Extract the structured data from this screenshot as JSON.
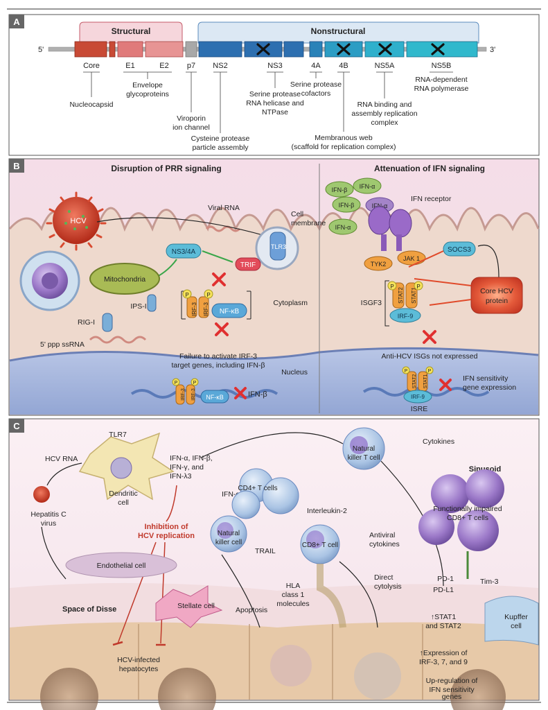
{
  "panel_a": {
    "letter": "A",
    "structural": "Structural",
    "nonstructural": "Nonstructural",
    "five_prime": "5'",
    "three_prime": "3'",
    "genes": {
      "core": "Core",
      "e1": "E1",
      "e2": "E2",
      "p7": "p7",
      "ns2": "NS2",
      "ns3": "NS3",
      "ns4a": "4A",
      "ns4b": "4B",
      "ns5a": "NS5A",
      "ns5b": "NS5B"
    },
    "functions": {
      "core": "Nucleocapsid",
      "envelope_1": "Envelope",
      "envelope_2": "glycoproteins",
      "p7_1": "Viroporin",
      "p7_2": "ion channel",
      "ns2_1": "Cysteine protease",
      "ns2_2": "particle assembly",
      "ns3_1": "Serine protease",
      "ns3_2": "RNA helicase and",
      "ns3_3": "NTPase",
      "ns4a_1": "Serine protease",
      "ns4a_2": "cofactors",
      "ns4b_1": "Membranous web",
      "ns4b_2": "(scaffold for replication complex)",
      "ns5a_1": "RNA binding and",
      "ns5a_2": "assembly replication",
      "ns5a_3": "complex",
      "ns5b_1": "RNA-dependent",
      "ns5b_2": "RNA polymerase"
    }
  },
  "panel_b": {
    "letter": "B",
    "title_left": "Disruption of PRR signaling",
    "title_right": "Attenuation of IFN signaling",
    "hcv": "HCV",
    "viral_rna": "Viral RNA",
    "cell_membrane_1": "Cell",
    "cell_membrane_2": "membrane",
    "tlr3": "TLR3",
    "trif": "TRIF",
    "ns34a": "NS3/4A",
    "mitochondria": "Mitochondria",
    "ips1": "IPS-I",
    "rig1": "RIG-I",
    "ssrna": "5' ppp ssRNA",
    "irf3": "IRF-3",
    "nfkb": "NF-κB",
    "p": "P",
    "failure_1": "Failure to activate IRF-3",
    "failure_2": "target genes, including IFN-β",
    "ifnb_out": "IFN-β",
    "cytoplasm": "Cytoplasm",
    "nucleus": "Nucleus",
    "ifn_b": "IFN-β",
    "ifn_a": "IFN-α",
    "ifn_receptor": "IFN receptor",
    "tyk2": "TYK2",
    "jak1": "JAK 1",
    "socs3": "SOCS3",
    "core_hcv_1": "Core HCV",
    "core_hcv_2": "protein",
    "isgf3": "ISGF3",
    "stat2": "STAT2",
    "stat1": "STAT1",
    "irf9": "IRF-9",
    "not_expressed": "Anti-HCV ISGs not expressed",
    "ifn_sens_1": "IFN sensitivity",
    "ifn_sens_2": "gene expression",
    "isre": "ISRE"
  },
  "panel_c": {
    "letter": "C",
    "tlr7": "TLR7",
    "hcv_rna": "HCV RNA",
    "hep_c_1": "Hepatitis C",
    "hep_c_2": "virus",
    "dendritic_1": "Dendritic",
    "dendritic_2": "cell",
    "ifn_list_1": "IFN-α, IFN-β,",
    "ifn_list_2": "IFN-γ, and",
    "ifn_list_3": "IFN-λ3",
    "ifn_alpha": "IFN-α",
    "inhibition_1": "Inhibition of",
    "inhibition_2": "HCV replication",
    "nkt_1": "Natural",
    "nkt_2": "killer T cell",
    "cytokines": "Cytokines",
    "sinusoid": "Sinusoid",
    "cd4": "CD4+ T cells",
    "il2": "Interleukin-2",
    "nk_1": "Natural",
    "nk_2": "killer cell",
    "trail": "TRAIL",
    "cd8": "CD8+ T cell",
    "antiviral_1": "Antiviral",
    "antiviral_2": "cytokines",
    "impaired_1": "Functionally impaired",
    "impaired_2": "CD8+ T cells",
    "endothelial": "Endothelial cell",
    "disse": "Space of Disse",
    "stellate": "Stellate cell",
    "hla_1": "HLA",
    "hla_2": "class 1",
    "hla_3": "molecules",
    "apoptosis": "Apoptosis",
    "direct_1": "Direct",
    "direct_2": "cytolysis",
    "pd1": "PD-1",
    "pdl1": "PD-L1",
    "tim3": "Tim-3",
    "kupffer_1": "Kupffer",
    "kupffer_2": "cell",
    "stat_1": "↑STAT1",
    "stat_2": "and STAT2",
    "irf_exp_1": "↑Expression of",
    "irf_exp_2": "IRF-3, 7, and 9",
    "upreg_1": "Up-regulation of",
    "upreg_2": "IFN sensitivity",
    "upreg_3": "genes",
    "infected_1": "HCV-infected",
    "infected_2": "hepatocytes"
  }
}
